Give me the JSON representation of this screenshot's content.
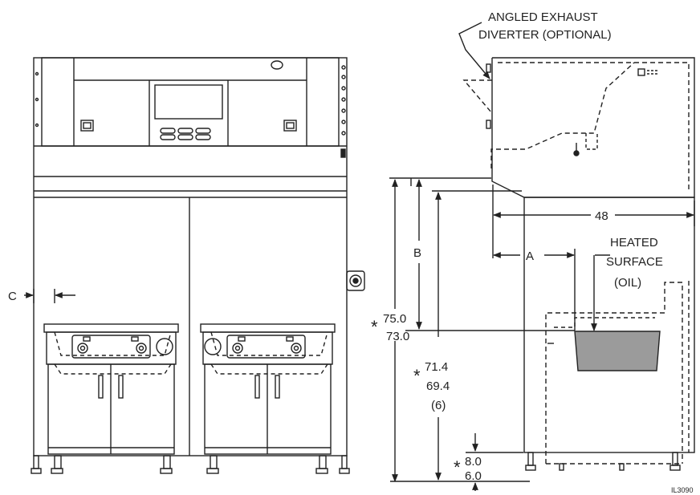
{
  "callouts": {
    "diverter_line1": "ANGLED EXHAUST",
    "diverter_line2": "DIVERTER (OPTIONAL)",
    "heated_line1": "HEATED",
    "heated_line2": "SURFACE",
    "heated_line3": "(OIL)"
  },
  "dimensions": {
    "width": "48",
    "a": "A",
    "b": "B",
    "c": "C",
    "height_top_1": "75.0",
    "height_top_2": "73.0",
    "height_mid_1": "71.4",
    "height_mid_2": "69.4",
    "height_mid_3": "(6)",
    "leg_1": "8.0",
    "leg_2": "6.0",
    "asterisk": "*"
  },
  "figure_id": "IL3090",
  "colors": {
    "line": "#222222",
    "oil": "#9b9b9b"
  }
}
